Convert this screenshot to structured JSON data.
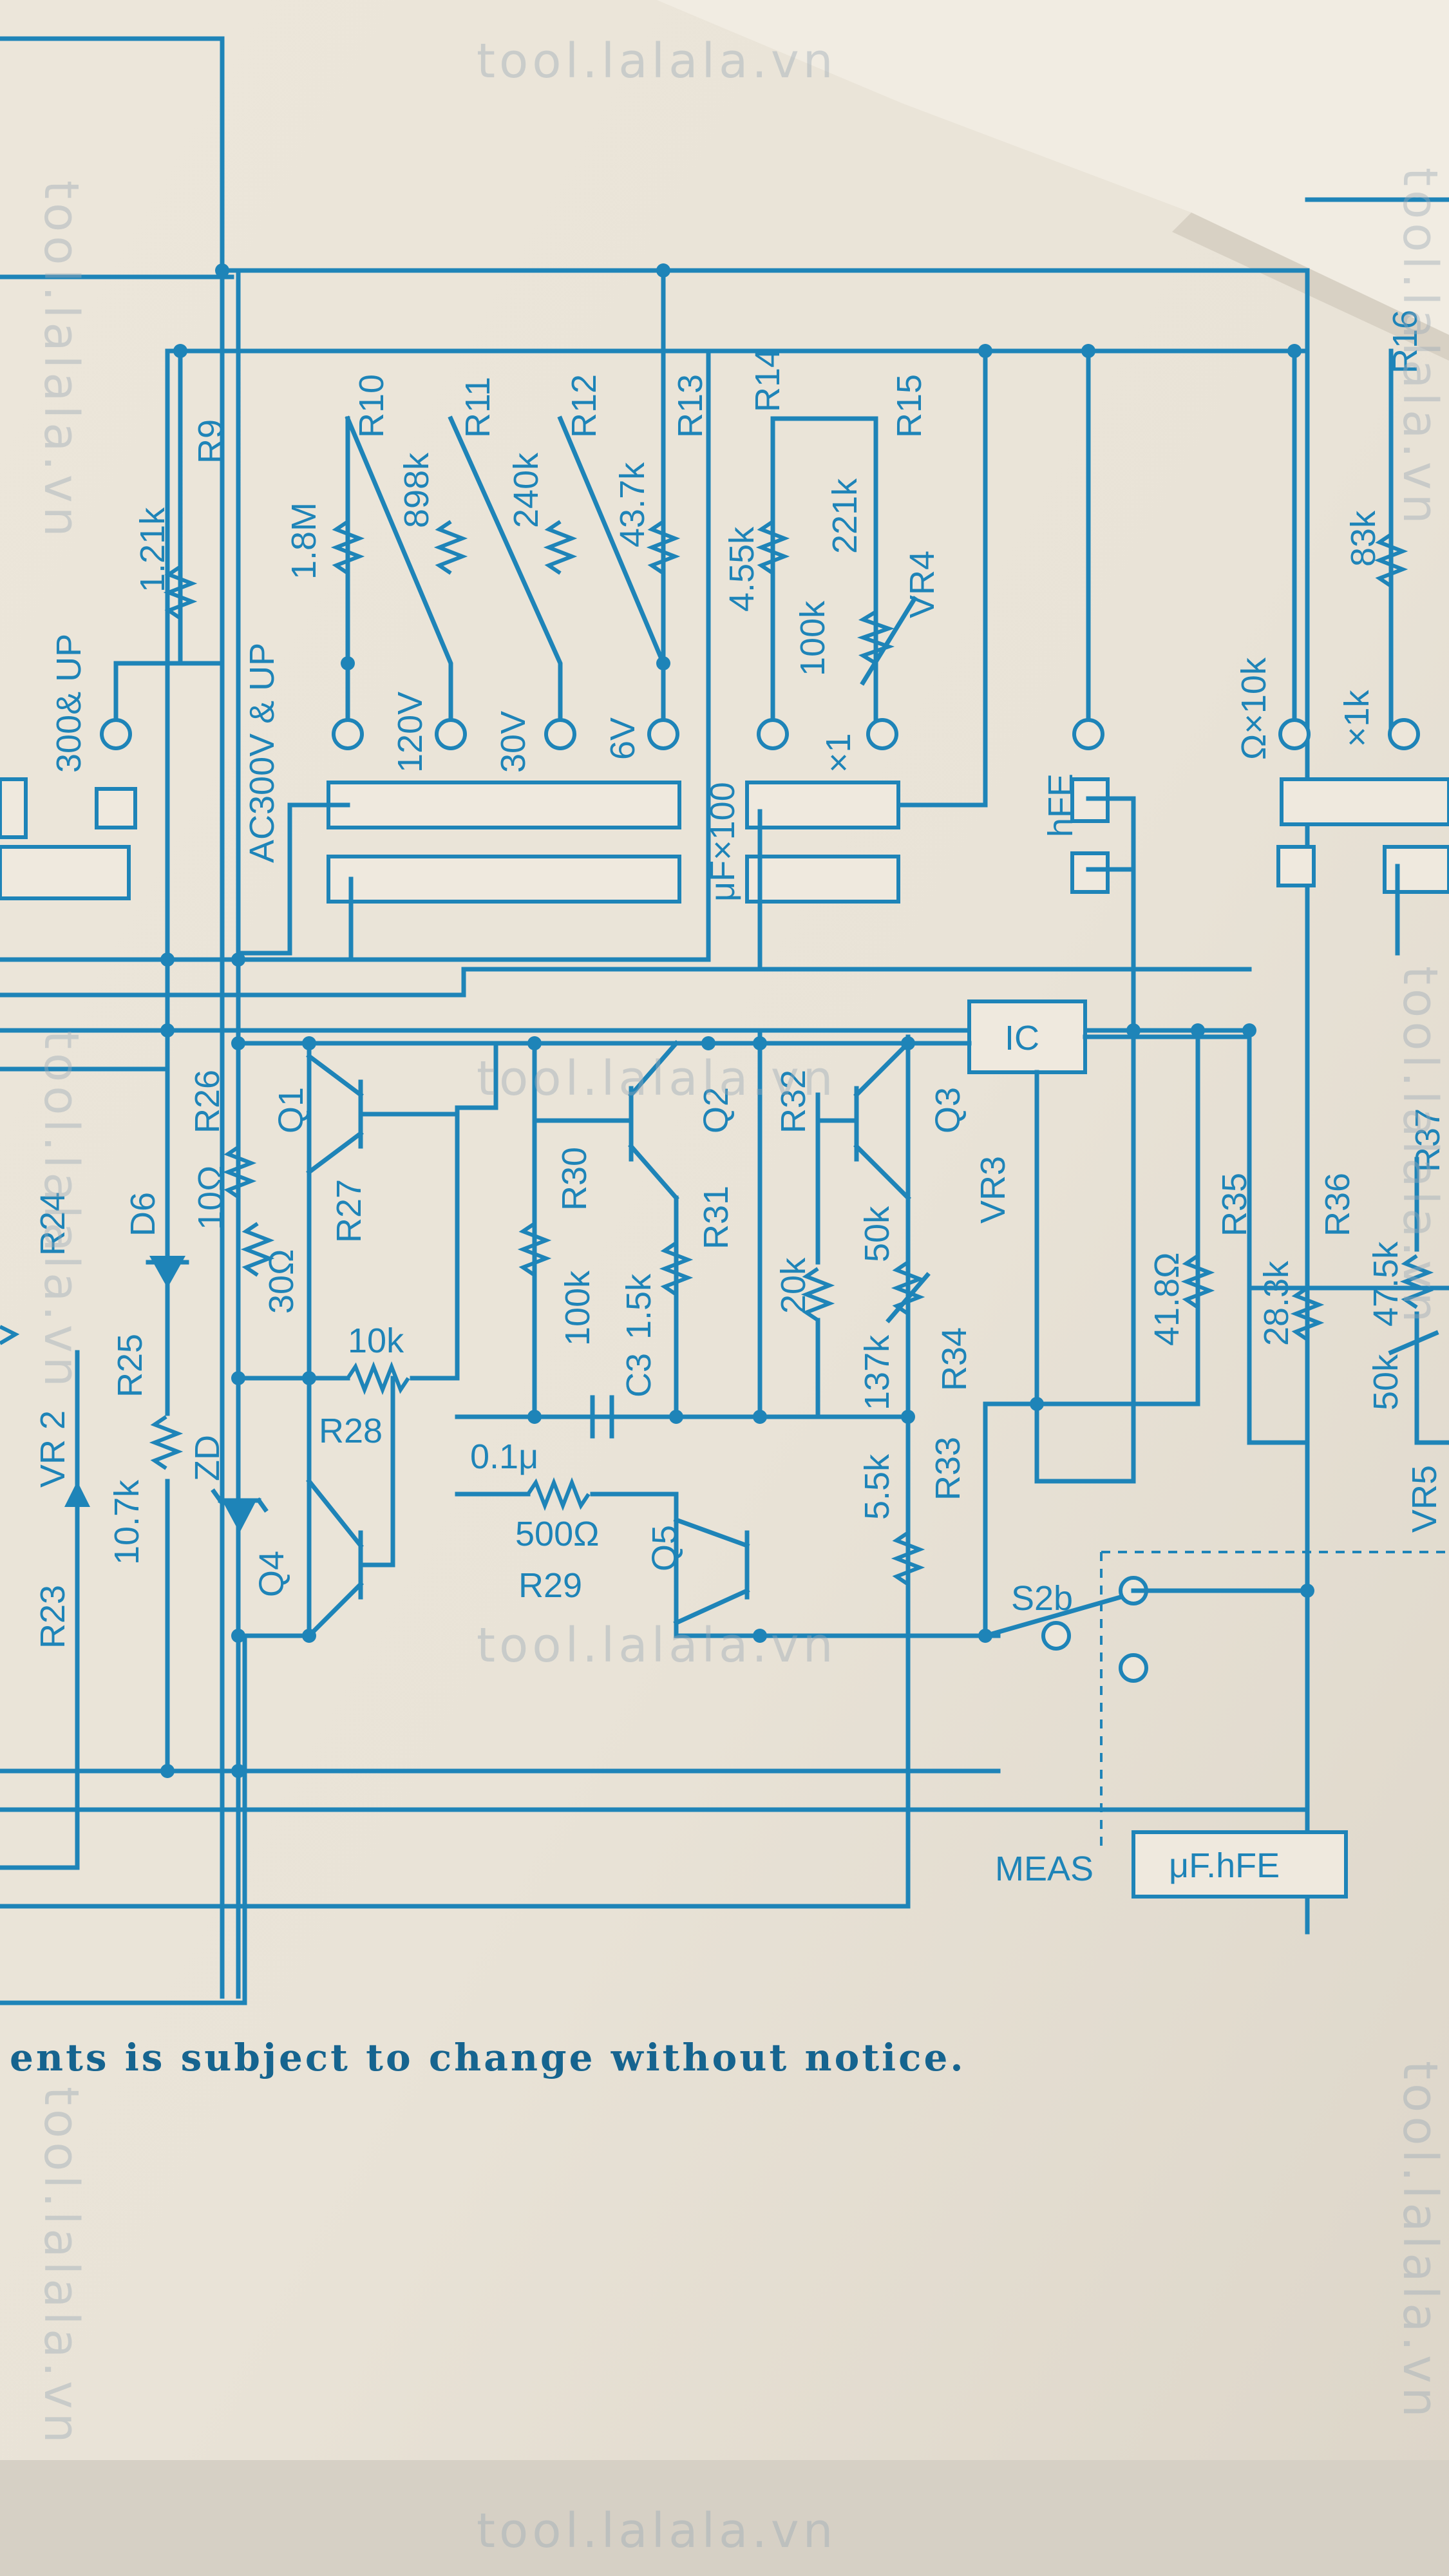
{
  "footer_note": "ents is subject to change without notice.",
  "watermark": "tool.lalala.vn",
  "switch_label": "MEAS",
  "switch_box_label": "μF.hFE",
  "labels": {
    "r9": "R9",
    "r10": "R10",
    "r11": "R11",
    "r12": "R12",
    "r13": "R13",
    "r14": "R14",
    "r15": "R15",
    "r16": "R16",
    "v_1k21": "1.21k",
    "v_1m8": "1.8M",
    "v_898k": "898k",
    "v_240k": "240k",
    "v_43k7": "43.7k",
    "v_4k55": "4.55k",
    "v_100k_a": "100k",
    "v_221k": "221k",
    "v_83k": "83k",
    "vr4": "VR4",
    "rng_300up": "300& UP",
    "rng_ac300": "AC300V & UP",
    "rng_120v": "120V",
    "rng_30v": "30V",
    "rng_6v": "6V",
    "rng_uf": "μF×100",
    "rng_x1": "×1",
    "rng_hfe": "hFE",
    "rng_x10k": "Ω×10k",
    "rng_x1k": "×1k",
    "ic": "IC",
    "q1": "Q1",
    "q2": "Q2",
    "q3": "Q3",
    "q4": "Q4",
    "q5": "Q5",
    "r23": "R23",
    "r24": "R24",
    "r25": "R25",
    "r26": "R26",
    "r27": "R27",
    "r28": "R28",
    "r29": "R29",
    "r30": "R30",
    "r31": "R31",
    "r32": "R32",
    "r33": "R33",
    "r34": "R34",
    "r35": "R35",
    "r36": "R36",
    "r37": "R37",
    "v_10k7": "10.7k",
    "vr2": "VR 2",
    "d6": "D6",
    "zd": "ZD",
    "v_10ohm": "10Ω",
    "v_30ohm": "30Ω",
    "v_10k": "10k",
    "v_100k": "100k",
    "v_1k5": "1.5k",
    "c3": "C3",
    "v_0u1": "0.1μ",
    "v_500ohm": "500Ω",
    "v_20k": "20k",
    "v_50k": "50k",
    "vr3": "VR3",
    "v_137k": "137k",
    "v_5k5": "5.5k",
    "v_41o8": "41.8Ω",
    "v_28k3": "28.3k",
    "v_47k5": "47.5k",
    "v_50k_b": "50k",
    "vr5": "VR5",
    "s2b": "S2b"
  }
}
